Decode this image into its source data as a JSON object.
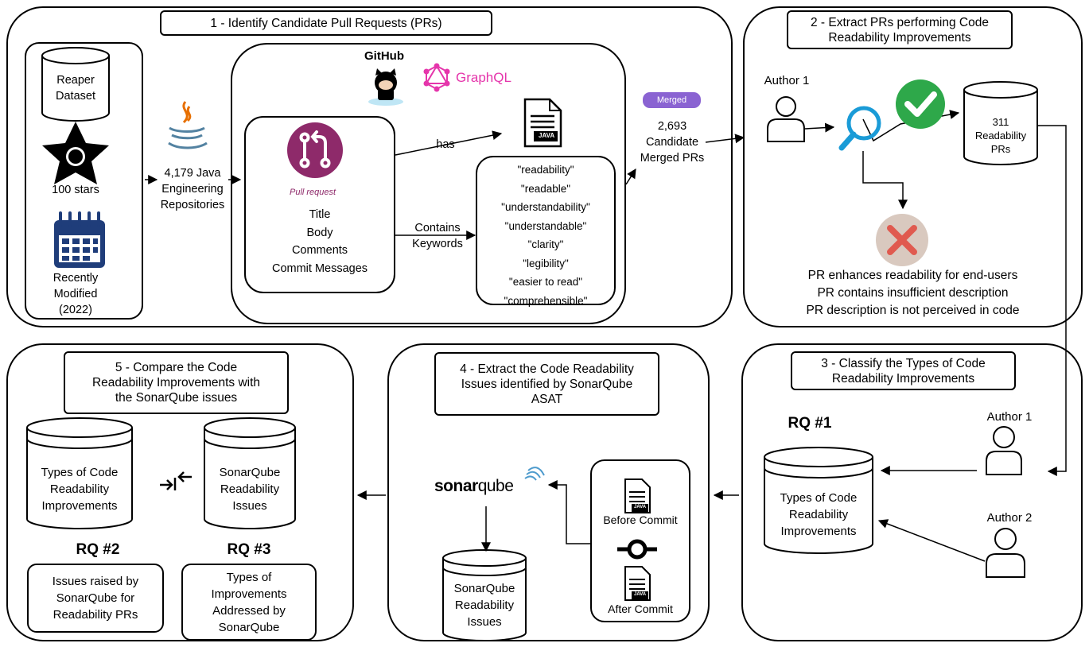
{
  "step1": {
    "title": "1 - Identify Candidate Pull Requests (PRs)",
    "reaper": "Reaper\nDataset",
    "stars": "100 stars",
    "recent": "Recently\nModified\n(2022)",
    "repos": "4,179 Java\nEngineering\nRepositories",
    "github_logo": "GitHub",
    "graphql_logo": "GraphQL",
    "pr_icon_label": "Pull request",
    "pr_fields": "Title\nBody\nComments\nCommit Messages",
    "java_file_label": "JAVA",
    "has_label": "has",
    "contains_label": "Contains\nKeywords",
    "keywords": [
      "\"readability\"",
      "\"readable\"",
      "\"understandability\"",
      "\"understandable\"",
      "\"clarity\"",
      "\"legibility\"",
      "\"easier to read\"",
      "\"comprehensible\""
    ],
    "merged_badge": "Merged",
    "candidates": "2,693\nCandidate\nMerged PRs"
  },
  "step2": {
    "title": "2 - Extract PRs performing Code\nReadability Improvements",
    "author": "Author 1",
    "result_db": "311\nReadability\nPRs",
    "reasons": [
      "PR enhances readability for end-users",
      "PR contains insufficient description",
      "PR description is not perceived in code"
    ]
  },
  "step3": {
    "title": "3 - Classify the Types of Code\nReadability Improvements",
    "rq": "RQ #1",
    "db": "Types of Code\nReadability\nImprovements",
    "author1": "Author 1",
    "author2": "Author 2"
  },
  "step4": {
    "title": "4 - Extract the Code Readability\nIssues identified by SonarQube\nASAT",
    "sonar_logo_a": "sonar",
    "sonar_logo_b": "qube",
    "before": "Before Commit",
    "after": "After Commit",
    "java_file_label": "JAVA",
    "db": "SonarQube\nReadability\nIssues"
  },
  "step5": {
    "title": "5 - Compare the Code\nReadability Improvements with\nthe SonarQube issues",
    "db_left": "Types of Code\nReadability\nImprovements",
    "db_right": "SonarQube\nReadability\nIssues",
    "rq2": "RQ #2",
    "rq3": "RQ #3",
    "box_left": "Issues raised by\nSonarQube for\nReadability PRs",
    "box_right": "Types of\nImprovements\nAddressed by\nSonarQube"
  },
  "colors": {
    "pr_purple": "#8e2a6a",
    "graphql_pink": "#e535ab",
    "check_green": "#2ea84a",
    "cross_red": "#e05a4f",
    "cross_bg": "#d9c9bf",
    "magnifier_blue": "#1a9bd7",
    "calendar_blue": "#1f3d7a",
    "sonar_blue": "#4e9bcd",
    "java_orange": "#e76f00",
    "java_blue": "#5382a1",
    "merged_purple": "#8a63d2"
  }
}
